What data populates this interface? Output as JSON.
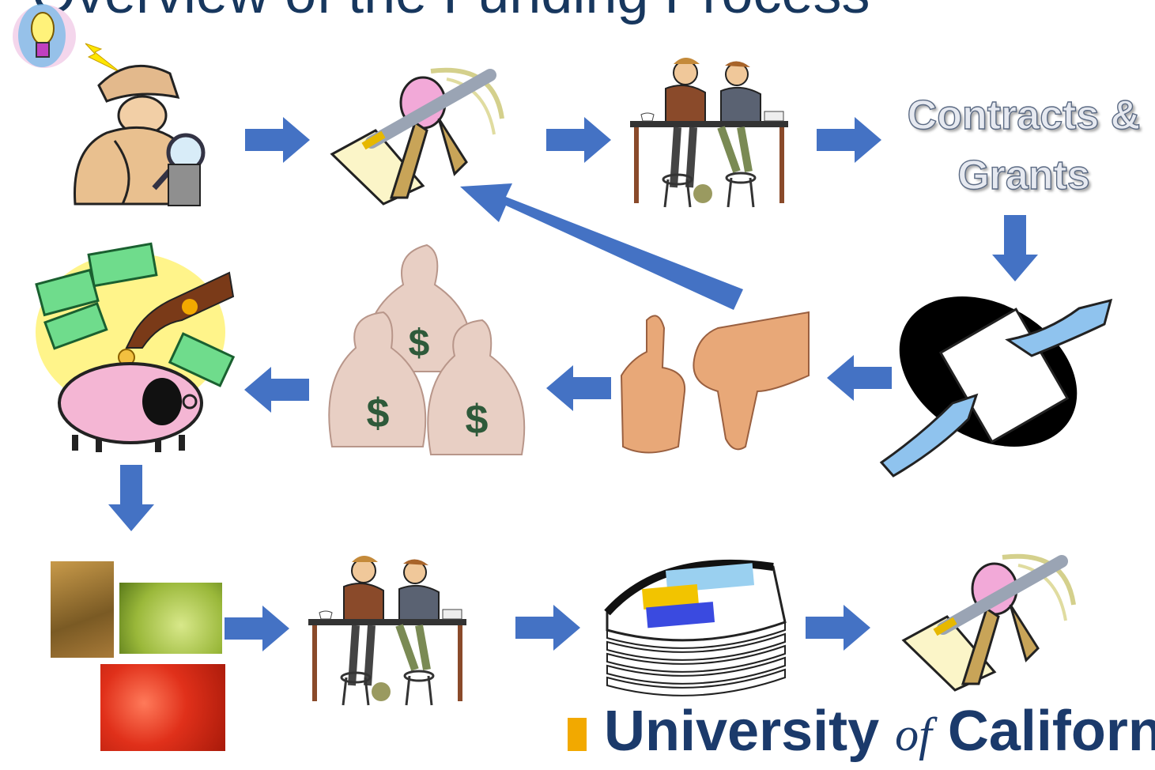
{
  "slide": {
    "title": "Overview of the Funding Process",
    "contracts_label": "Contracts &",
    "grants_label": "Grants",
    "logo_main": "University",
    "logo_of": "of",
    "logo_tail": "California"
  },
  "colors": {
    "arrow": "#4472c4",
    "title": "#17375e",
    "logo_navy": "#1b3a6b",
    "logo_gold": "#f2a900"
  },
  "icons": [
    "lightbulb-icon",
    "detective-icon",
    "pen-signing-icon",
    "meeting-icon",
    "contract-handoff-icon",
    "thumbs-up-down-icon",
    "money-bags-icon",
    "piggy-bank-icon",
    "crops-photos-icon",
    "meeting-icon",
    "document-stack-icon",
    "pen-signing-icon"
  ]
}
